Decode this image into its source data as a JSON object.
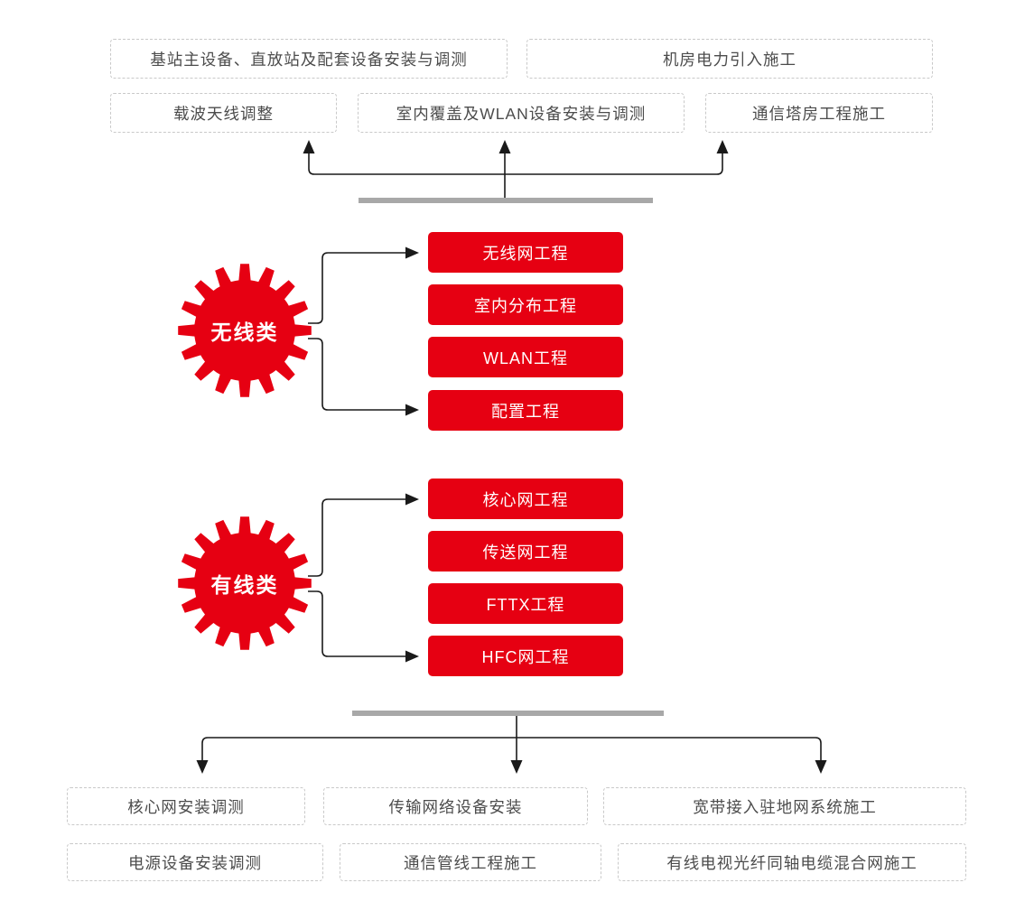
{
  "diagram": {
    "top": {
      "row1": [
        "基站主设备、直放站及配套设备安装与调测",
        "机房电力引入施工"
      ],
      "row2": [
        "载波天线调整",
        "室内覆盖及WLAN设备安装与调测",
        "通信塔房工程施工"
      ]
    },
    "groups": [
      {
        "gear_label": "无线类",
        "items": [
          "无线网工程",
          "室内分布工程",
          "WLAN工程",
          "配置工程"
        ]
      },
      {
        "gear_label": "有线类",
        "items": [
          "核心网工程",
          "传送网工程",
          "FTTX工程",
          "HFC网工程"
        ]
      }
    ],
    "bottom": {
      "row1": [
        "核心网安装调测",
        "传输网络设备安装",
        "宽带接入驻地网系统施工"
      ],
      "row2": [
        "电源设备安装调测",
        "通信管线工程施工",
        "有线电视光纤同轴电缆混合网施工"
      ]
    },
    "colors": {
      "accent_red": "#e60012",
      "divider_gray": "#a8a8a8",
      "connector_black": "#1a1a1a",
      "box_border_gray": "#c9c9c9",
      "box_text_gray": "#4c4c4c"
    }
  }
}
